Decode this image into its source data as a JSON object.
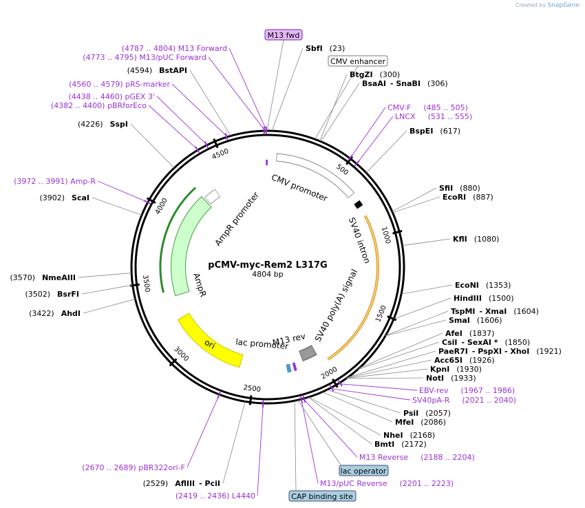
{
  "credit": {
    "prefix": "Created by",
    "brand": "SnapGene"
  },
  "plasmid": {
    "name": "pCMV-myc-Rem2 L317G",
    "size": "4804 bp",
    "length": 4804
  },
  "ticks": [
    {
      "pos": 500,
      "label": "500"
    },
    {
      "pos": 1000,
      "label": "1000"
    },
    {
      "pos": 1500,
      "label": "1500"
    },
    {
      "pos": 2000,
      "label": "2000"
    },
    {
      "pos": 2500,
      "label": "2500"
    },
    {
      "pos": 3000,
      "label": "3000"
    },
    {
      "pos": 3500,
      "label": "3500"
    },
    {
      "pos": 4000,
      "label": "4000"
    },
    {
      "pos": 4500,
      "label": "4500"
    }
  ],
  "sites": [
    {
      "id": "sbfi",
      "pos": 23,
      "name": "SbfI",
      "coord": "(23)"
    },
    {
      "id": "btgzi",
      "pos": 300,
      "name": "BtgZI",
      "coord": "(300)"
    },
    {
      "id": "bsaai",
      "pos": 306,
      "name": "BsaAI",
      "extra": "- SnaBI",
      "coord": "(306)"
    },
    {
      "id": "bspei",
      "pos": 617,
      "name": "BspEI",
      "coord": "(617)"
    },
    {
      "id": "sfii",
      "pos": 880,
      "name": "SfiI",
      "coord": "(880)"
    },
    {
      "id": "ecori",
      "pos": 887,
      "name": "EcoRI",
      "coord": "(887)"
    },
    {
      "id": "kfli",
      "pos": 1080,
      "name": "KflI",
      "coord": "(1080)"
    },
    {
      "id": "econi",
      "pos": 1353,
      "name": "EcoNI",
      "coord": "(1353)"
    },
    {
      "id": "hindiii",
      "pos": 1500,
      "name": "HindIII",
      "coord": "(1500)"
    },
    {
      "id": "tspmi",
      "pos": 1604,
      "name": "TspMI",
      "extra": "- XmaI",
      "coord": "(1604)"
    },
    {
      "id": "smai",
      "pos": 1606,
      "name": "SmaI",
      "coord": "(1606)"
    },
    {
      "id": "afei",
      "pos": 1837,
      "name": "AfeI",
      "coord": "(1837)"
    },
    {
      "id": "csii",
      "pos": 1850,
      "name": "CsiI",
      "extra": "- SexAI *",
      "coord": "(1850)"
    },
    {
      "id": "paer7i",
      "pos": 1921,
      "name": "PaeR7I",
      "extra": "- PspXI  - XhoI",
      "coord": "(1921)"
    },
    {
      "id": "acc65i",
      "pos": 1926,
      "name": "Acc65I",
      "coord": "(1926)"
    },
    {
      "id": "kpni",
      "pos": 1930,
      "name": "KpnI",
      "coord": "(1930)"
    },
    {
      "id": "noti",
      "pos": 1933,
      "name": "NotI",
      "coord": "(1933)"
    },
    {
      "id": "psii",
      "pos": 2057,
      "name": "PsiI",
      "coord": "(2057)"
    },
    {
      "id": "mfei",
      "pos": 2086,
      "name": "MfeI",
      "coord": "(2086)"
    },
    {
      "id": "nhei",
      "pos": 2168,
      "name": "NheI",
      "coord": "(2168)"
    },
    {
      "id": "bmti",
      "pos": 2172,
      "name": "BmtI",
      "coord": "(2172)"
    },
    {
      "id": "aflIII",
      "pos": 2529,
      "name": "AflIII",
      "extra": "- PciI",
      "coord": "(2529)"
    },
    {
      "id": "ahdi",
      "pos": 3422,
      "name": "AhdI",
      "coord": "(3422)"
    },
    {
      "id": "bsrfi",
      "pos": 3502,
      "name": "BsrFI",
      "coord": "(3502)"
    },
    {
      "id": "nmeaiii",
      "pos": 3570,
      "name": "NmeAIII",
      "coord": "(3570)"
    },
    {
      "id": "scai",
      "pos": 3902,
      "name": "ScaI",
      "coord": "(3902)"
    },
    {
      "id": "sspi",
      "pos": 4226,
      "name": "SspI",
      "coord": "(4226)"
    },
    {
      "id": "bstapi",
      "pos": 4594,
      "name": "BstAPI",
      "coord": "(4594)"
    }
  ],
  "primers": [
    {
      "id": "m13-forward",
      "pos": 4795,
      "text": "(4787 .. 4804)  M13 Forward"
    },
    {
      "id": "m13-puc-forward",
      "pos": 4784,
      "text": "(4773 .. 4795)  M13/pUC Forward"
    },
    {
      "id": "prs-marker",
      "pos": 4570,
      "text": "(4560 .. 4579)  pRS-marker"
    },
    {
      "id": "pgex-3",
      "pos": 4449,
      "text": "(4438 .. 4460)  pGEX 3'"
    },
    {
      "id": "pbrforeco",
      "pos": 4391,
      "text": "(4382 .. 4400)  pBRforEco"
    },
    {
      "id": "amp-r",
      "pos": 3981,
      "text": "(3972 .. 3991)  Amp-R"
    },
    {
      "id": "cmv-f",
      "pos": 495,
      "text": "CMV-F",
      "range": "(485 .. 505)"
    },
    {
      "id": "lncx",
      "pos": 543,
      "text": "LNCX",
      "range": "(531 .. 555)"
    },
    {
      "id": "ebv-rev",
      "pos": 1976,
      "text": "EBV-rev",
      "range": "(1967 .. 1986)"
    },
    {
      "id": "sv40pa-r",
      "pos": 2030,
      "text": "SV40pA-R",
      "range": "(2021 .. 2040)"
    },
    {
      "id": "m13-reverse",
      "pos": 2196,
      "text": "M13 Reverse",
      "range": "(2188 .. 2204)"
    },
    {
      "id": "m13-puc-reverse",
      "pos": 2212,
      "text": "M13/pUC Reverse",
      "range": "(2201 .. 2223)"
    },
    {
      "id": "pbr322ori-f",
      "pos": 2680,
      "text": "(2670 .. 2689)  pBR322ori-F"
    },
    {
      "id": "l4440",
      "pos": 2428,
      "text": "(2419 .. 2436)  L4440"
    }
  ],
  "features": [
    {
      "id": "cmv-promoter",
      "label": "CMV promoter",
      "start": 60,
      "end": 660,
      "color": "#ffffff",
      "stroke": "#888888"
    },
    {
      "id": "sv40-intron",
      "label": "SV40 intron",
      "start": 720,
      "end": 760,
      "color": "#000000"
    },
    {
      "id": "insert",
      "label": "",
      "start": 830,
      "end": 1960,
      "color": "#f5b83b"
    },
    {
      "id": "sv40-polya",
      "label": "SV40 poly(A) signal",
      "start": 2010,
      "end": 2130,
      "color": "#999999"
    },
    {
      "id": "lac-promoter",
      "label": "lac promoter",
      "start": 2230,
      "end": 2260,
      "color": "#4e9bc4"
    },
    {
      "id": "ori",
      "label": "ori",
      "start": 2610,
      "end": 3200,
      "color": "#ffff00"
    },
    {
      "id": "ampr",
      "label": "AmpR",
      "start": 3370,
      "end": 4230,
      "color": "#ccffcc"
    },
    {
      "id": "ampr-promoter",
      "label": "AmpR promoter",
      "start": 4240,
      "end": 4350,
      "color": "#ffffff"
    },
    {
      "id": "m13-rev-feat",
      "label": "M13 rev",
      "start": 2190,
      "end": 2210,
      "color": "#9b30d9"
    }
  ],
  "boxes": {
    "m13_fwd": "M13 fwd",
    "cmv_enhancer": "CMV enhancer",
    "lac_operator": "lac operator",
    "cap_binding": "CAP binding site"
  },
  "colors": {
    "primer": "#9b30d9",
    "backbone": "#000000",
    "green_line": "#2a8a2a",
    "orange_line": "#d98c1a"
  }
}
